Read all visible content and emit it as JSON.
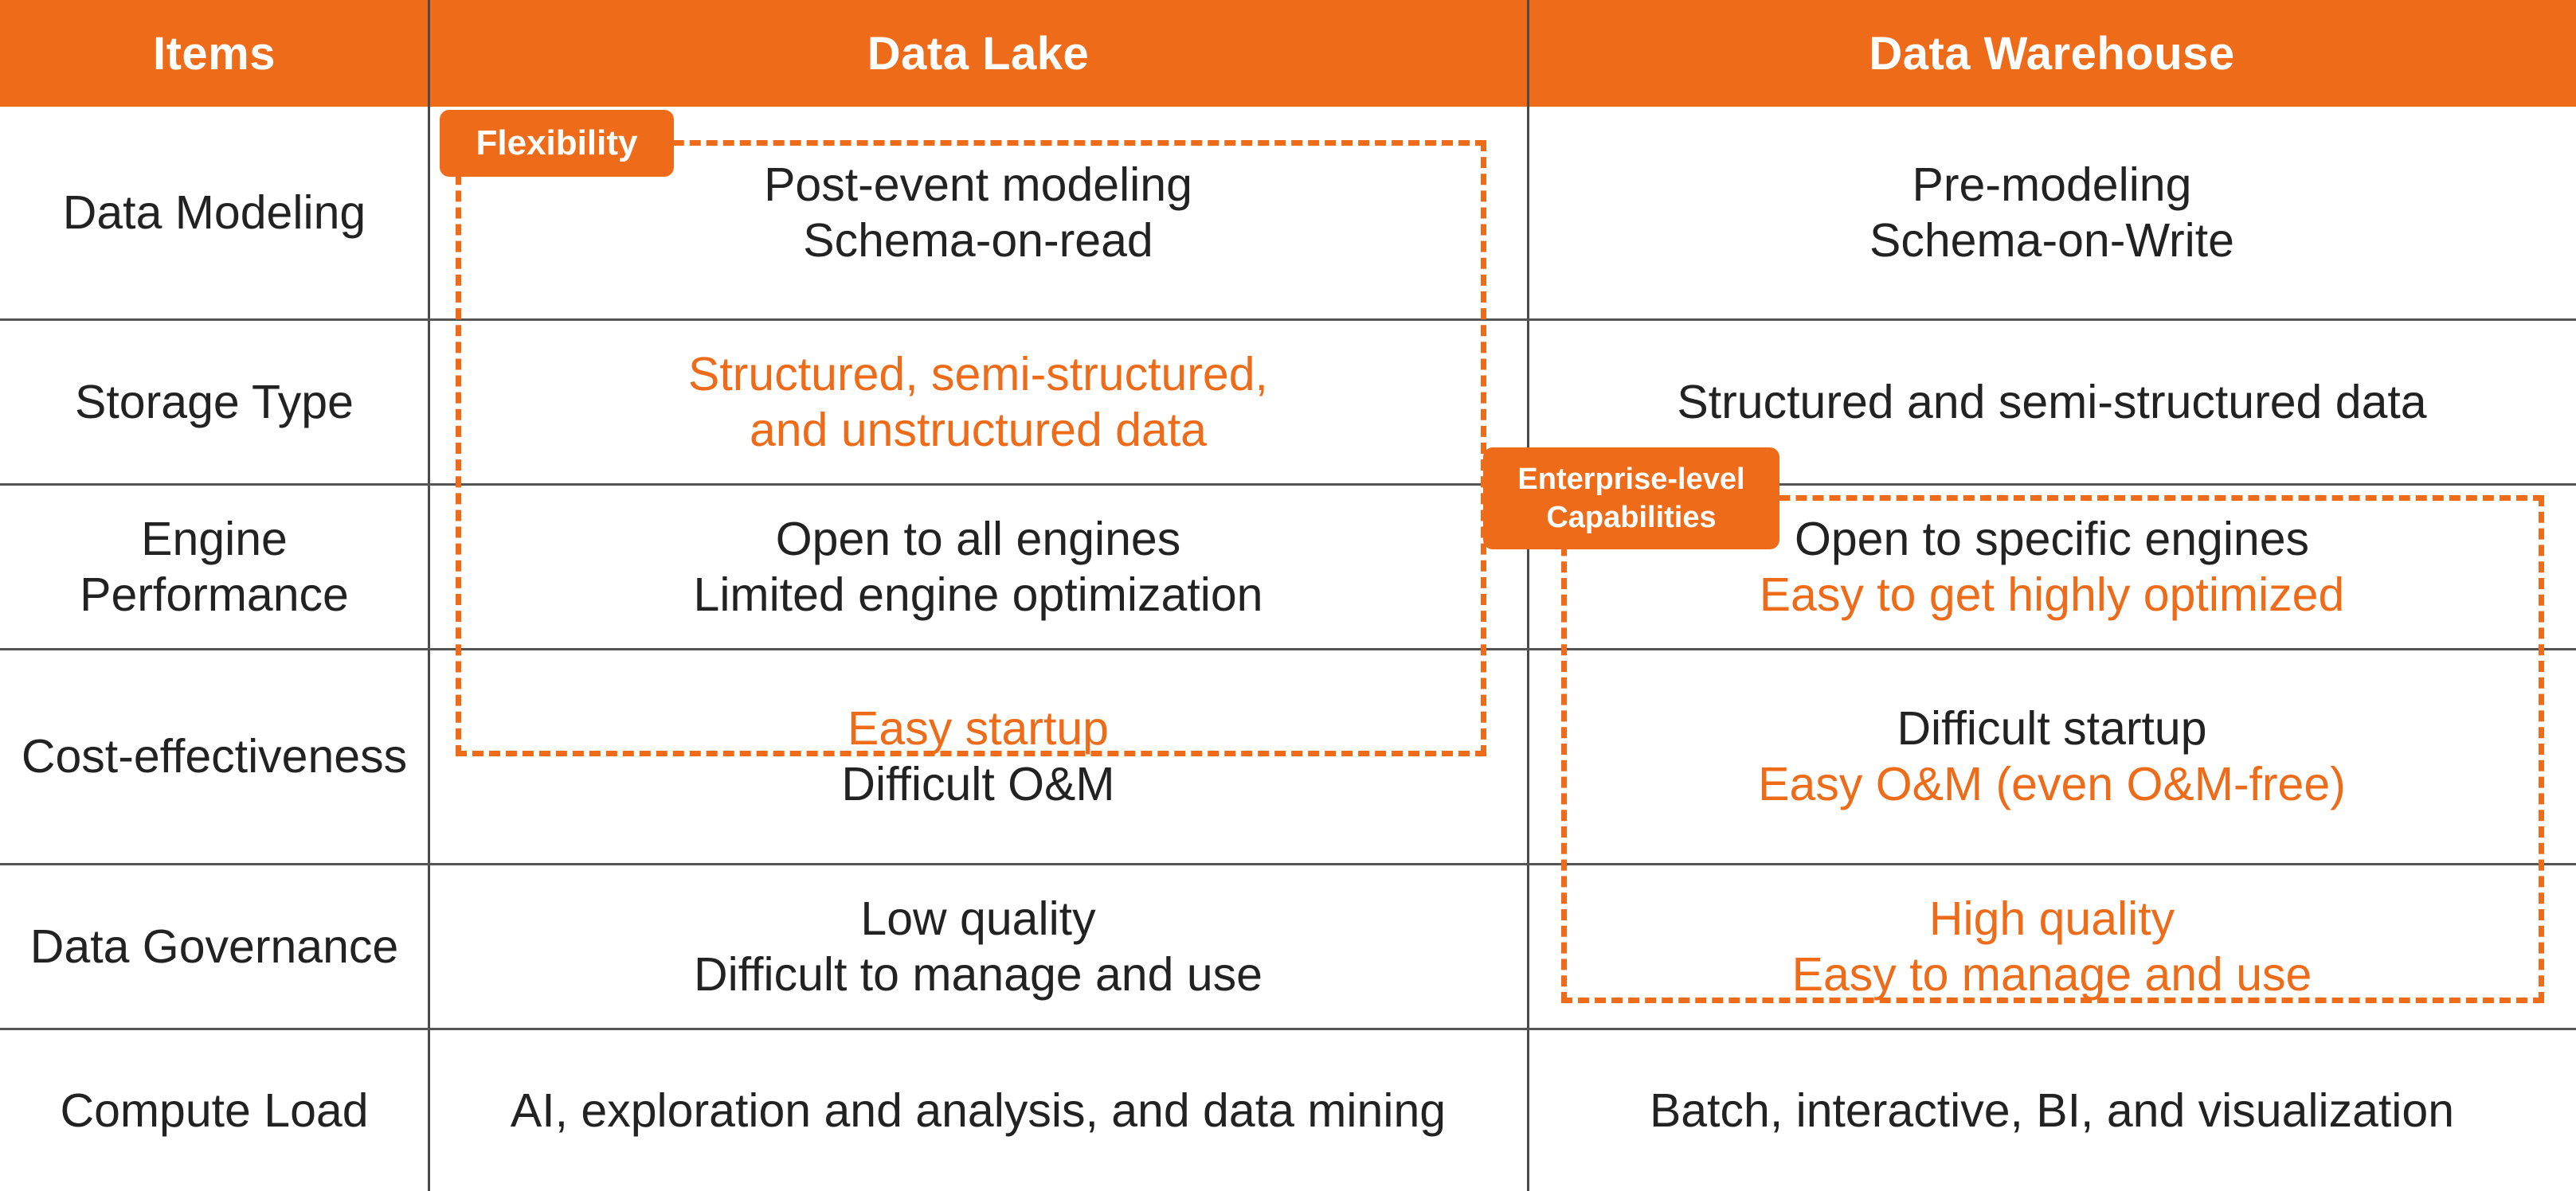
{
  "header": {
    "col_items": "Items",
    "col_lake": "Data Lake",
    "col_warehouse": "Data Warehouse"
  },
  "rows": [
    {
      "item": [
        "Data Modeling"
      ],
      "lake": [
        "Post-event modeling",
        "Schema-on-read"
      ],
      "warehouse": [
        "Pre-modeling",
        "Schema-on-Write"
      ]
    },
    {
      "item": [
        "Storage Type"
      ],
      "lake": [
        "Structured, semi-structured,",
        "and unstructured data"
      ],
      "warehouse": [
        "Structured and semi-structured data"
      ]
    },
    {
      "item": [
        "Engine",
        "Performance"
      ],
      "lake": [
        "Open to all engines",
        "Limited engine optimization"
      ],
      "warehouse": [
        "Open to specific engines",
        "Easy to get highly optimized"
      ]
    },
    {
      "item": [
        "Cost-effectiveness"
      ],
      "lake": [
        "Easy startup",
        "Difficult O&M"
      ],
      "warehouse": [
        "Difficult startup",
        "Easy O&M (even O&M-free)"
      ]
    },
    {
      "item": [
        "Data Governance"
      ],
      "lake": [
        "Low quality",
        "Difficult to manage and use"
      ],
      "warehouse": [
        "High quality",
        "Easy to manage and use"
      ]
    },
    {
      "item": [
        "Compute Load"
      ],
      "lake": [
        "AI, exploration and analysis, and data mining"
      ],
      "warehouse": [
        "Batch, interactive, BI, and visualization"
      ]
    }
  ],
  "tags": {
    "flexibility": "Flexibility",
    "enterprise_line1": "Enterprise-level",
    "enterprise_line2": "Capabilities"
  },
  "colors": {
    "accent": "#ee6c19",
    "text": "#222222",
    "header_text": "#ffffff",
    "grid": "#4a4a4a"
  }
}
